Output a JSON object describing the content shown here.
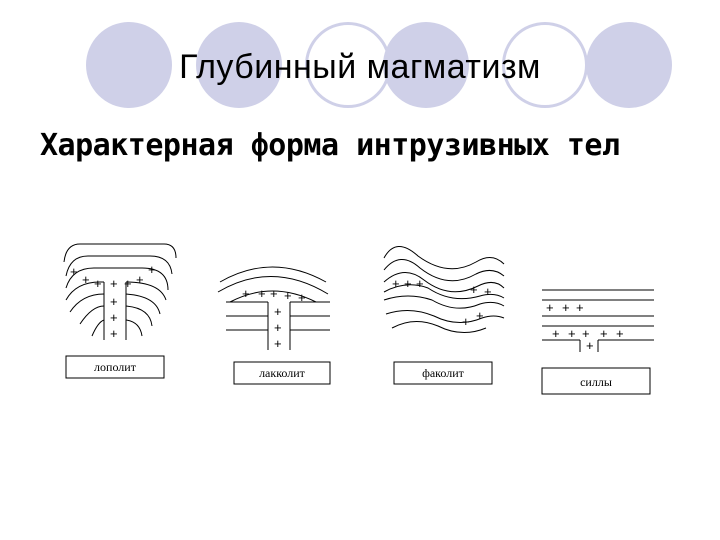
{
  "slide": {
    "title": "Глубинный магматизм",
    "subtitle": "Характерная форма интрузивных тел"
  },
  "bodies": [
    {
      "id": "lopolit",
      "label": "лополит"
    },
    {
      "id": "lakkolit",
      "label": "лакколит"
    },
    {
      "id": "fakolit",
      "label": "факолит"
    },
    {
      "id": "silly",
      "label": "силлы"
    }
  ],
  "colors": {
    "accent": "#cfd0e8"
  }
}
